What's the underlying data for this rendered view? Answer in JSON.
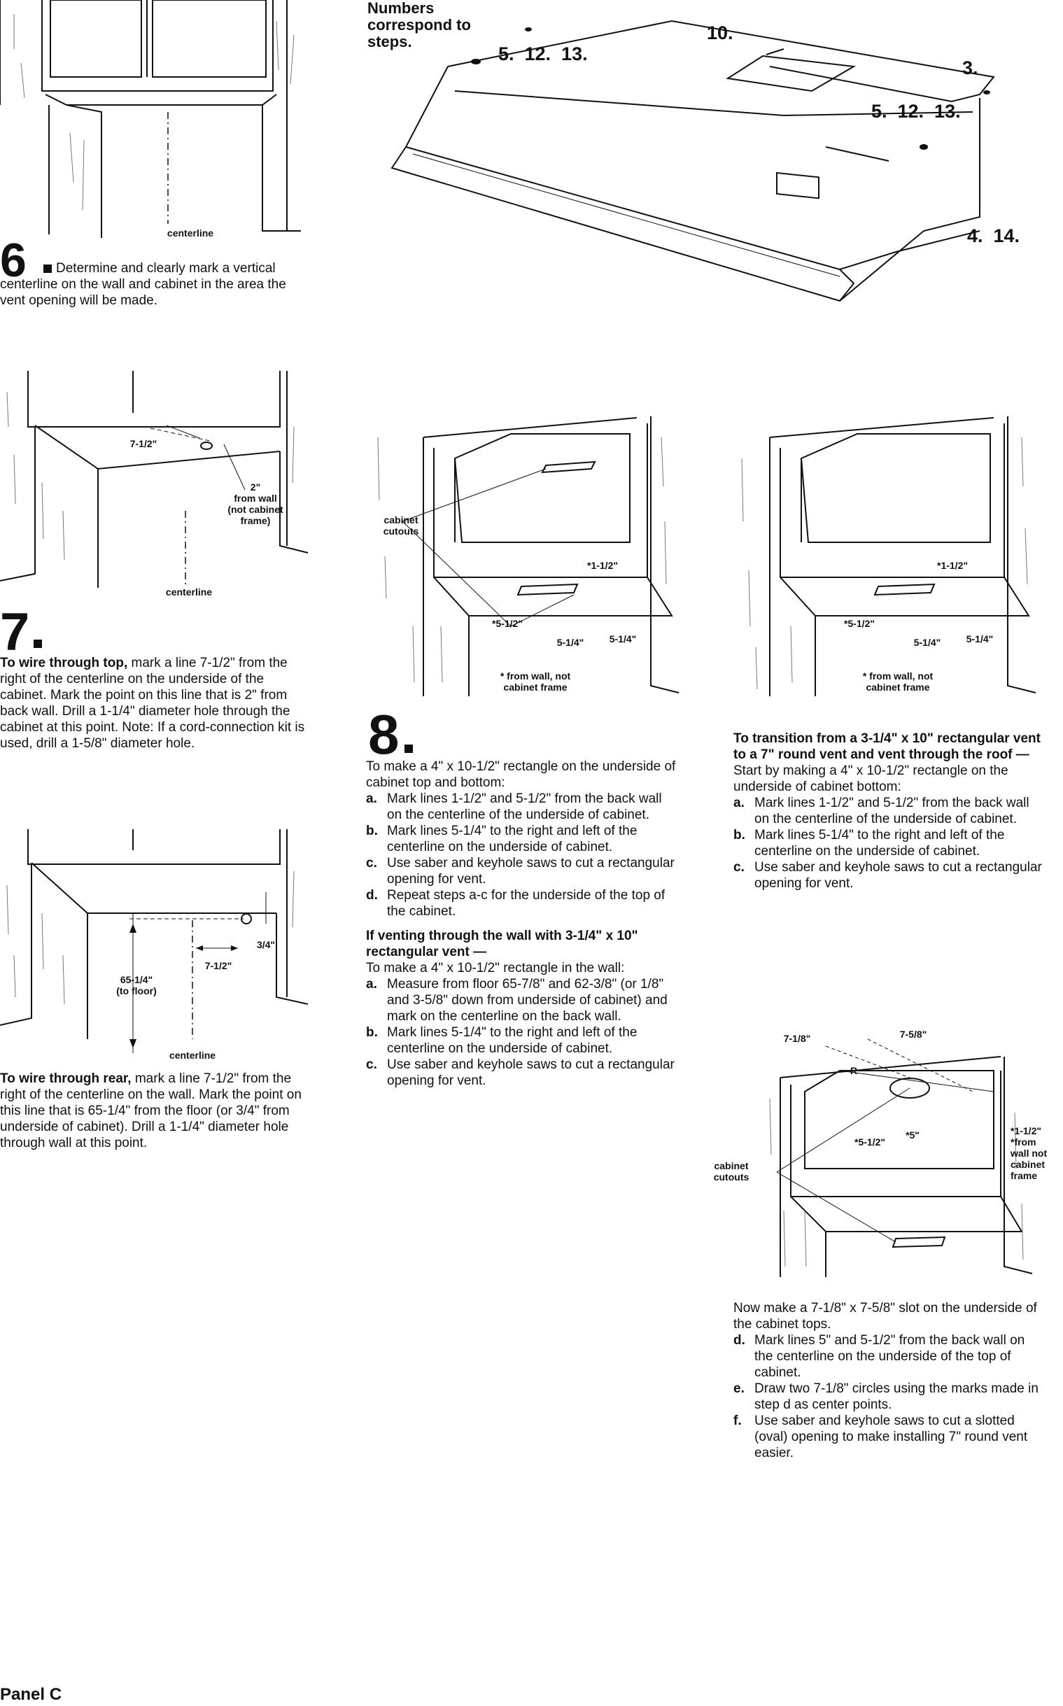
{
  "hood": {
    "title": "Numbers correspond to steps.",
    "callouts": [
      "10.",
      "5.  12.  13.",
      "3.",
      "5.  12.  13.",
      "4.  14."
    ]
  },
  "step6": {
    "number": "6",
    "text": "Determine and clearly mark a vertical centerline on the wall and cabinet in the area the vent opening will be made.",
    "fig_centerline": "centerline"
  },
  "step7": {
    "number": "7",
    "top": {
      "lead": "To wire through top,",
      "text": " mark a line 7-1/2\" from the right of the centerline on the underside of the cabinet. Mark the point on this line that is 2\" from back wall. Drill a 1-1/4\" diameter hole through the cabinet at this point. Note: If a cord-connection kit is used, drill a 1-5/8\" diameter hole.",
      "fig_dim": "7-1/2\"",
      "fig_wall": "2\"\nfrom wall\n(not cabinet\nframe)",
      "fig_centerline": "centerline"
    },
    "rear": {
      "lead": "To wire through rear,",
      "text": " mark a line 7-1/2\" from the right of the centerline on the wall. Mark the point on this line that is 65-1/4\" from the floor (or 3/4\" from underside of cabinet). Drill a 1-1/4\" diameter hole through wall at this point.",
      "fig_floor": "65-1/4\"\n(to floor)",
      "fig_dim": "7-1/2\"",
      "fig_small": "3/4\"",
      "fig_centerline": "centerline"
    }
  },
  "step8": {
    "number": "8",
    "fig_a": {
      "cutouts": "cabinet cutouts",
      "d1": "*1-1/2\"",
      "d2": "*5-1/2\"",
      "d3": "5-1/4\"",
      "d4": "5-1/4\"",
      "note": "* from wall, not\ncabinet frame"
    },
    "fig_b": {
      "d1": "*1-1/2\"",
      "d2": "*5-1/2\"",
      "d3": "5-1/4\"",
      "d4": "5-1/4\"",
      "note": "* from wall, not\ncabinet frame"
    },
    "intro": "To make a 4\" x 10-1/2\" rectangle on the underside of cabinet top and bottom:",
    "items": [
      {
        "letter": "a.",
        "text": "Mark lines 1-1/2\" and 5-1/2\" from the back wall on the centerline of the underside of cabinet."
      },
      {
        "letter": "b.",
        "text": "Mark lines 5-1/4\" to the right and left of the centerline on the underside of cabinet."
      },
      {
        "letter": "c.",
        "text": "Use saber and keyhole saws to cut a rectangular opening for vent."
      },
      {
        "letter": "d.",
        "text": "Repeat steps a-c for the underside of the top of the cabinet."
      }
    ],
    "wall_heading": "If venting through the wall with 3-1/4\" x 10\" rectangular vent —",
    "wall_intro": "To make a 4\" x 10-1/2\" rectangle in the wall:",
    "wall_items": [
      {
        "letter": "a.",
        "text": "Measure from floor 65-7/8\" and 62-3/8\" (or 1/8\" and 3-5/8\" down from underside of cabinet) and mark on the centerline on the back wall."
      },
      {
        "letter": "b.",
        "text": "Mark lines 5-1/4\" to the right and left of the centerline on the underside of cabinet."
      },
      {
        "letter": "c.",
        "text": "Use saber and keyhole saws to cut a rectangular opening for vent."
      }
    ],
    "trans_heading": "To transition from a 3-1/4\" x 10\" rectangular vent to a 7\" round vent and vent through the roof —",
    "trans_intro": "Start by making a 4\" x 10-1/2\" rectangle on the underside of cabinet bottom:",
    "trans_items": [
      {
        "letter": "a.",
        "text": "Mark lines 1-1/2\" and 5-1/2\" from the back wall on the centerline of the underside of cabinet."
      },
      {
        "letter": "b.",
        "text": "Mark lines 5-1/4\" to the right and left of the centerline on the underside of cabinet."
      },
      {
        "letter": "c.",
        "text": "Use saber and keyhole saws to cut a rectangular opening for vent."
      }
    ],
    "fig_c": {
      "d1": "7-1/8\"",
      "d2": "7-5/8\"",
      "r": "R",
      "d3": "*5\"",
      "d4": "*5-1/2\"",
      "d5": "*1-1/2\"\n*from\nwall not\ncabinet\nframe",
      "cutouts": "cabinet\ncutouts"
    },
    "slot_intro": "Now make a 7-1/8\" x 7-5/8\" slot on the underside of the cabinet tops.",
    "slot_items": [
      {
        "letter": "d.",
        "text": "Mark lines 5\" and 5-1/2\" from the back wall on the centerline on the underside of the top of cabinet."
      },
      {
        "letter": "e.",
        "text": "Draw two 7-1/8\" circles using the marks made in step d as center points."
      },
      {
        "letter": "f.",
        "text": "Use saber and keyhole saws to cut a slotted (oval) opening to make installing 7\" round vent easier."
      }
    ]
  },
  "footer": {
    "panel": "Panel C"
  }
}
